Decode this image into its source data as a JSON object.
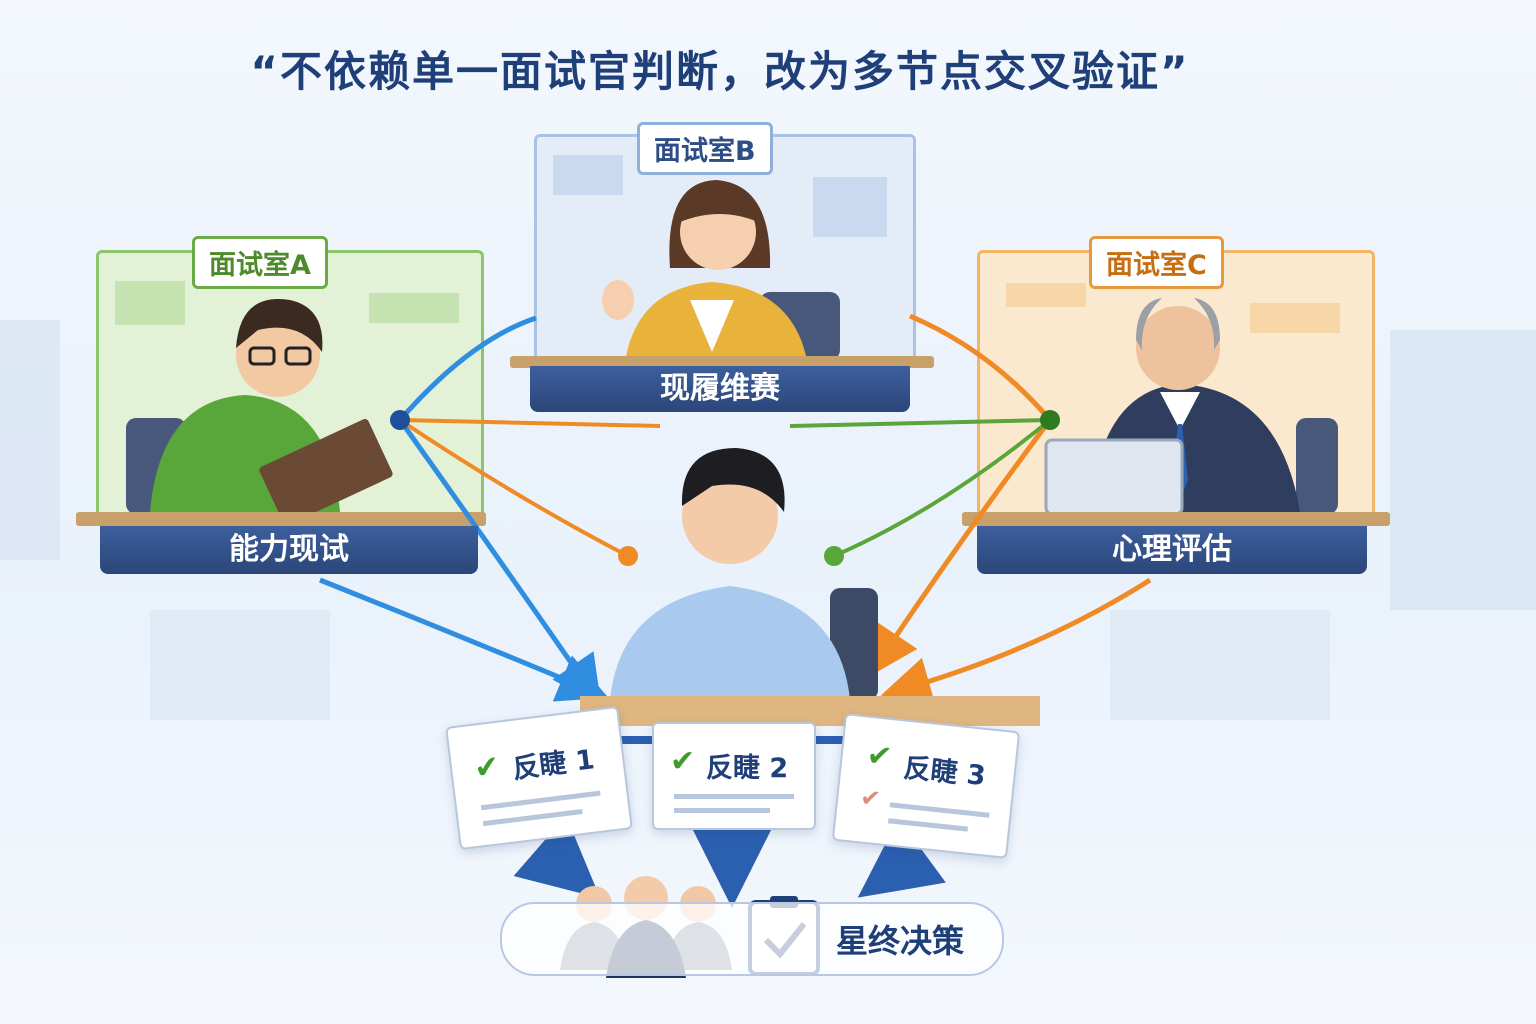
{
  "title": "“不依赖单一面试官判断，改为多节点交叉验证”",
  "rooms": [
    {
      "tag": "面试室A",
      "plate": "能力现试"
    },
    {
      "tag": "面试室B",
      "plate": "现履维赛"
    },
    {
      "tag": "面试室C",
      "plate": "心理评估"
    }
  ],
  "feedback": [
    {
      "label": "反睫 1"
    },
    {
      "label": "反睫 2"
    },
    {
      "label": "反睫 3"
    }
  ],
  "final": {
    "label": "星终决策"
  },
  "colors": {
    "green": "#5aa63a",
    "blue": "#2f8ee0",
    "orange": "#f08a24",
    "navy": "#2b467a"
  }
}
